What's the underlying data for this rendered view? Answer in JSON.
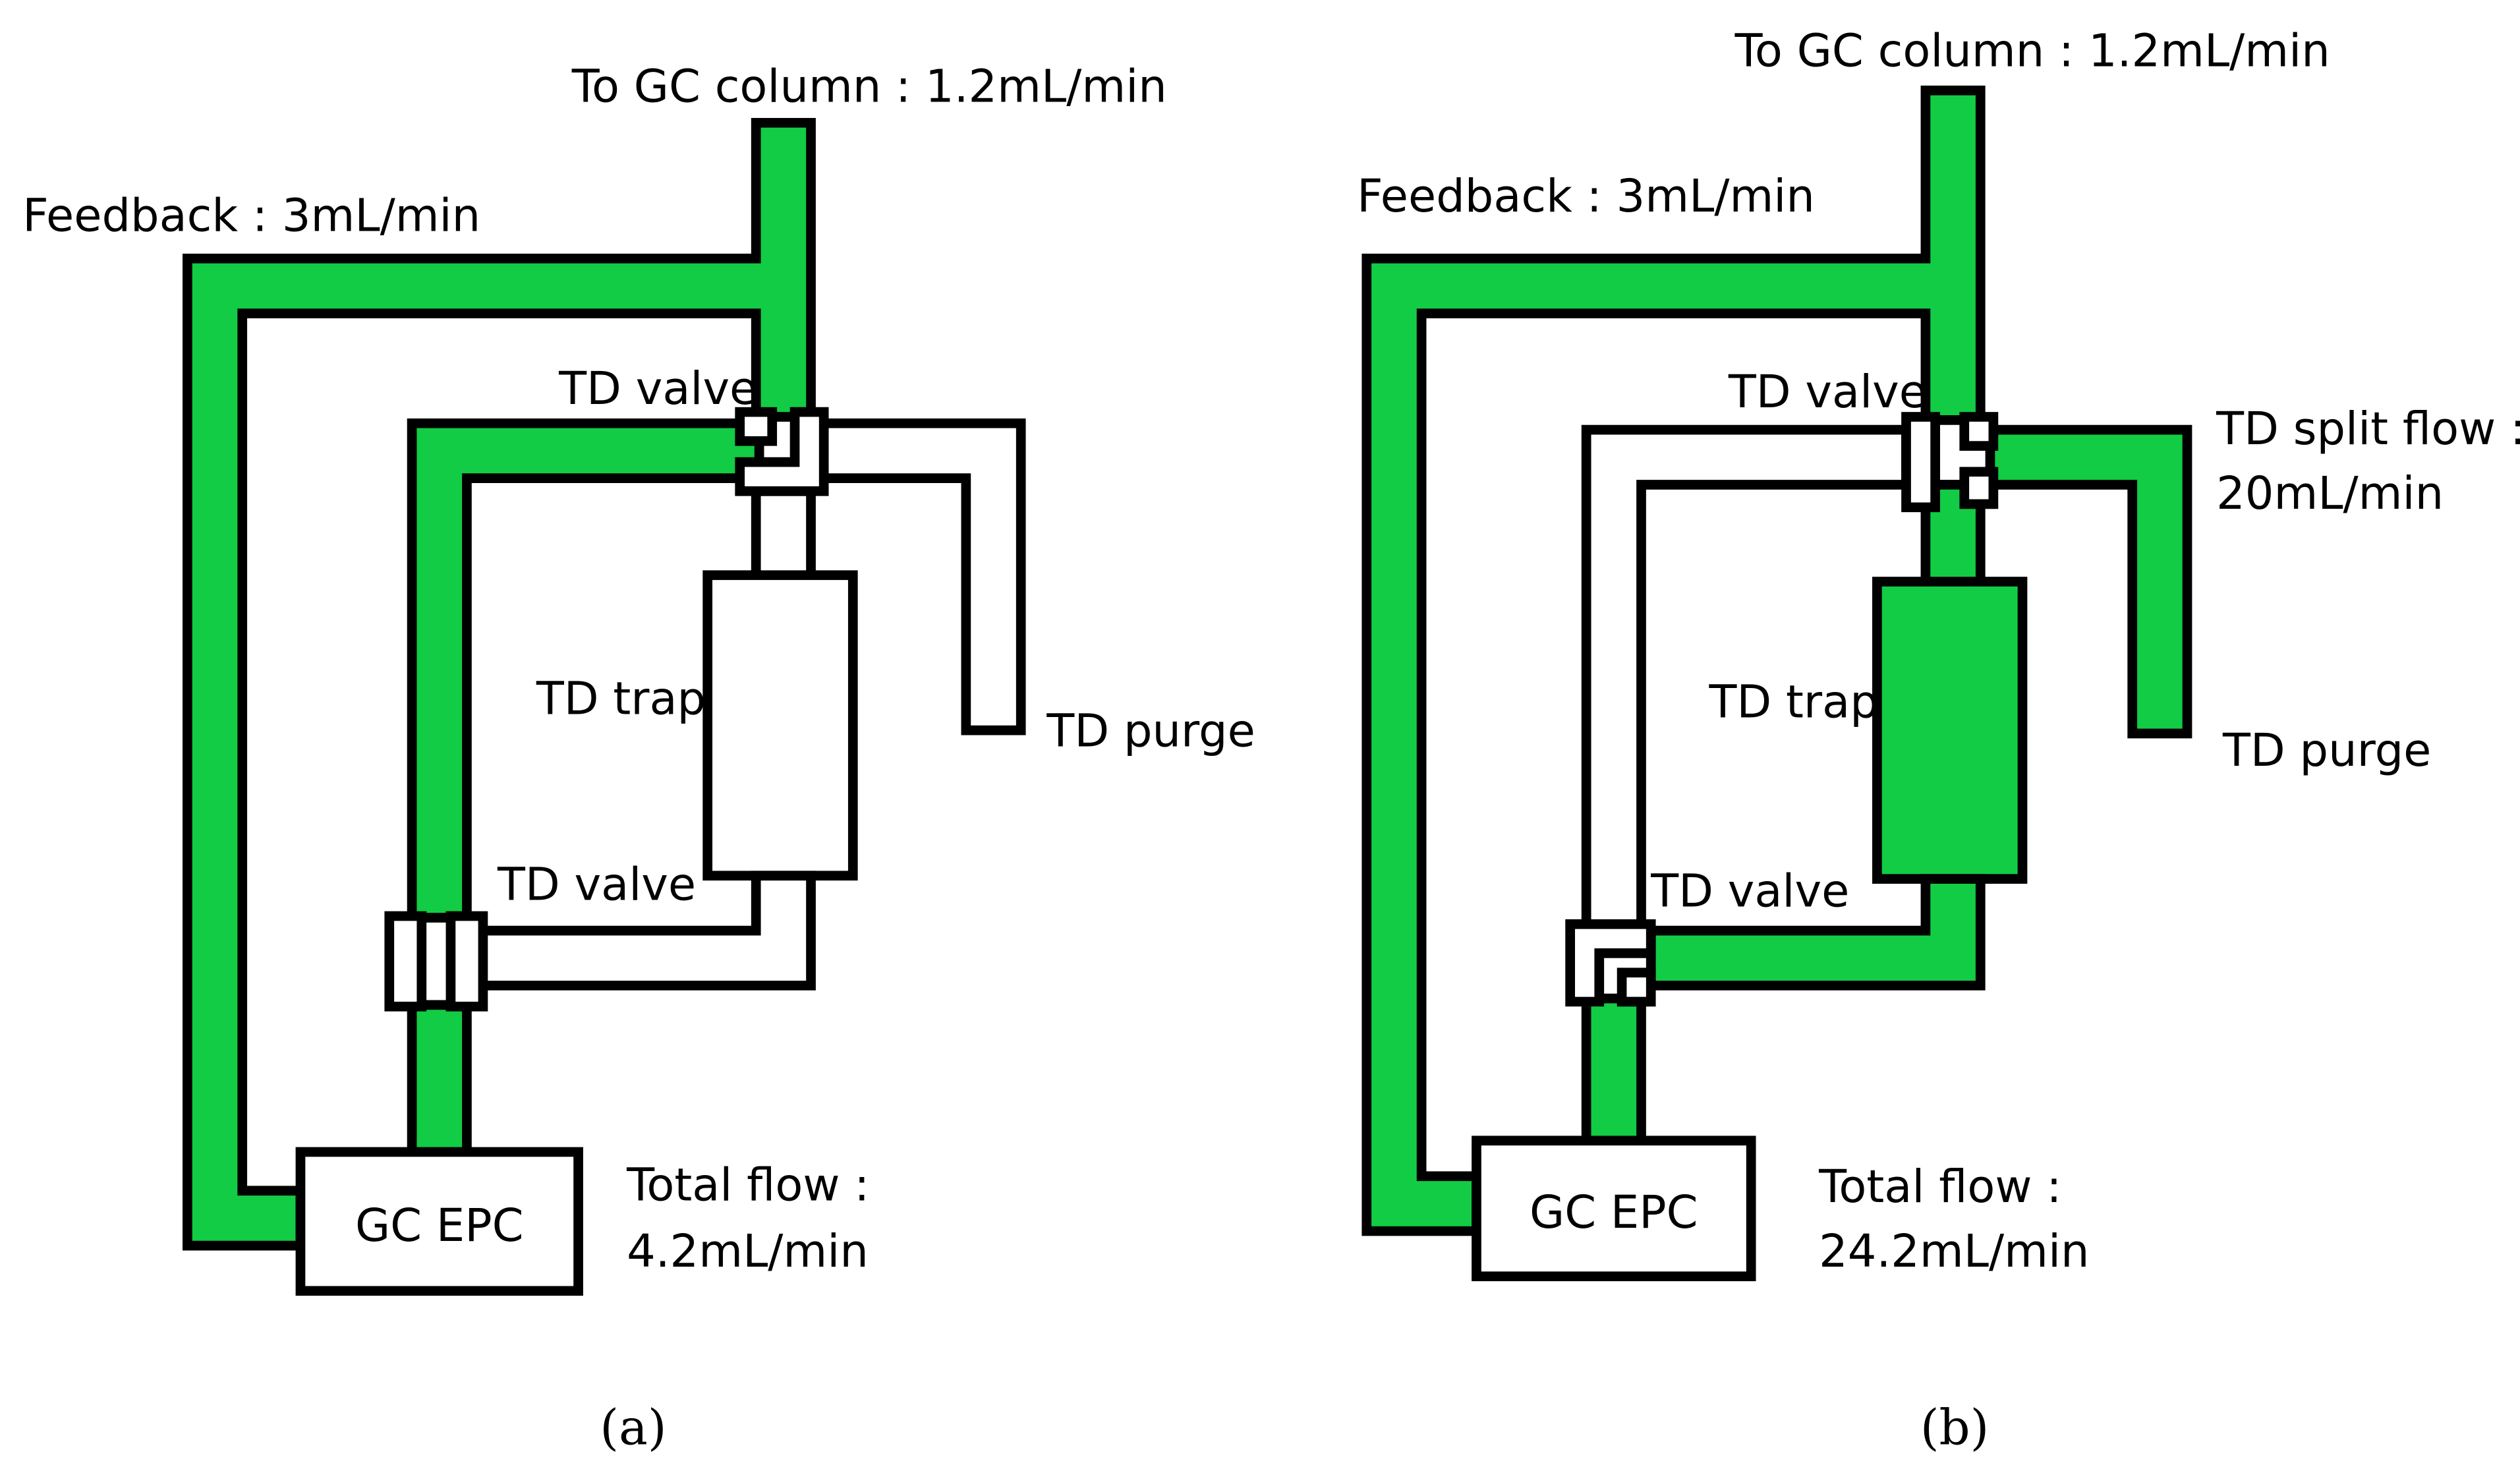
{
  "colors": {
    "flow": "#11cc44",
    "line": "#000000",
    "background": "#ffffff"
  },
  "panel_a": {
    "label_column": "To GC column : 1.2mL/min",
    "label_feedback": "Feedback : 3mL/min",
    "label_valve_top": "TD valve",
    "label_trap": "TD trap",
    "label_purge": "TD purge",
    "label_valve_bottom": "TD valve",
    "label_epc": "GC EPC",
    "label_total_1": "Total flow :",
    "label_total_2": "4.2mL/min",
    "caption_open": "(",
    "caption_letter": "a",
    "caption_close": ")"
  },
  "panel_b": {
    "label_column": "To GC column : 1.2mL/min",
    "label_feedback": "Feedback : 3mL/min",
    "label_valve_top": "TD valve",
    "label_split_1": "TD split flow :",
    "label_split_2": "20mL/min",
    "label_trap": "TD trap",
    "label_purge": "TD purge",
    "label_valve_bottom": "TD valve",
    "label_epc": "GC EPC",
    "label_total_1": "Total flow :",
    "label_total_2": "24.2mL/min",
    "caption_open": "(",
    "caption_letter": "b",
    "caption_close": ")"
  }
}
